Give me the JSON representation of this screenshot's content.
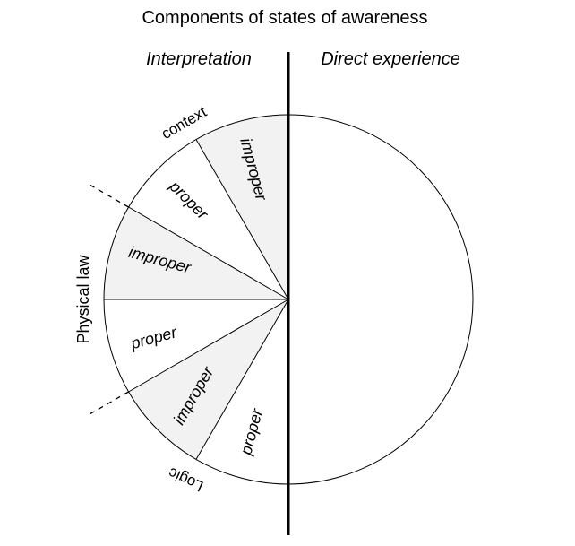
{
  "title": "Components of states of awareness",
  "headers": {
    "left": "Interpretation",
    "right": "Direct experience"
  },
  "segments": [
    {
      "label": "improper",
      "shade": "#f2f2f2"
    },
    {
      "label": "proper",
      "shade": "#ffffff"
    },
    {
      "label": "improper",
      "shade": "#f2f2f2"
    },
    {
      "label": "proper",
      "shade": "#ffffff"
    },
    {
      "label": "improper",
      "shade": "#f2f2f2"
    },
    {
      "label": "proper",
      "shade": "#ffffff"
    }
  ],
  "outer_labels": {
    "top": "context",
    "side": "Physical law",
    "bottom": "Logic"
  }
}
